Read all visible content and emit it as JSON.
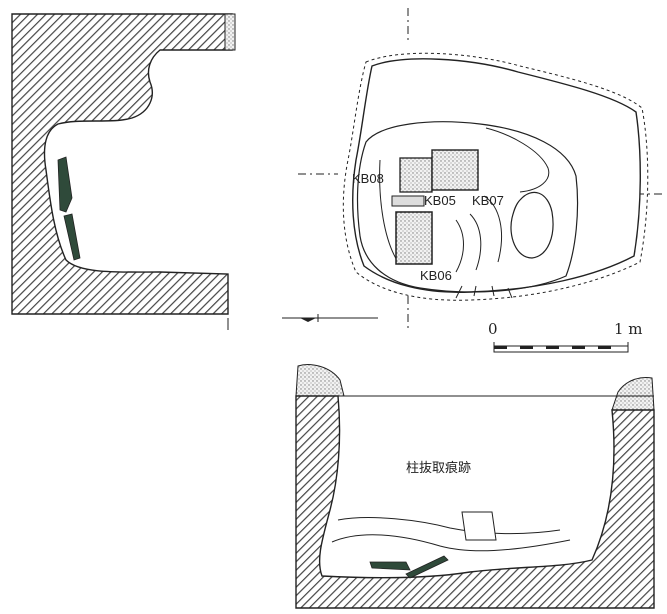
{
  "plan": {
    "labels": {
      "kb08": "KB08",
      "kb05": "KB05",
      "kb07": "KB07",
      "kb06": "KB06"
    }
  },
  "scale_bar": {
    "zero": "0",
    "one": "1 m"
  },
  "lower_section": {
    "label": "柱抜取痕跡"
  },
  "colors": {
    "ink": "#222222",
    "hatch": "#444444",
    "plank": "#2f4a3a",
    "stipple": "#bbbbbb"
  }
}
